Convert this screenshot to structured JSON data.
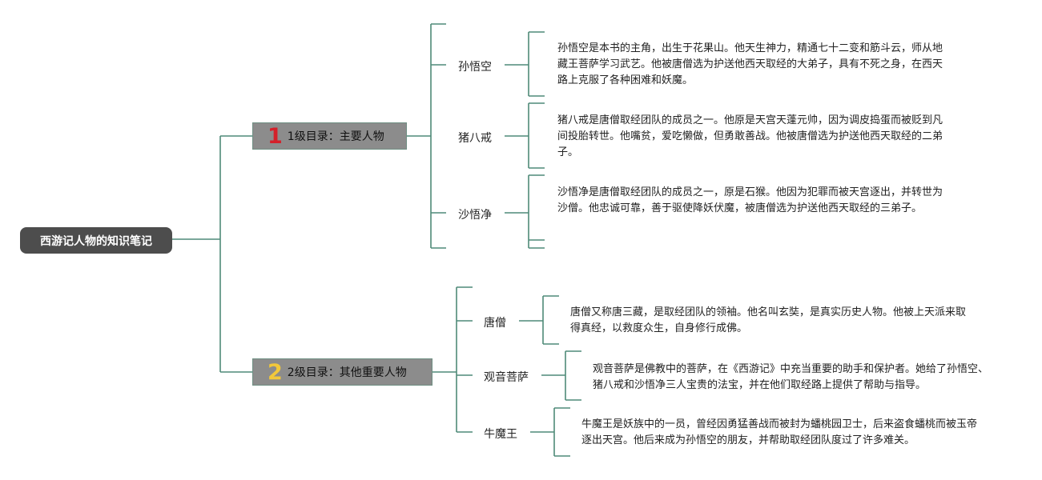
{
  "root": {
    "title": "西游记人物的知识笔记"
  },
  "sections": [
    {
      "number": "1",
      "number_color": "#d4202a",
      "label": "1级目录：主要人物",
      "characters": [
        {
          "name": "孙悟空",
          "description": "孙悟空是本书的主角，出生于花果山。他天生神力，精通七十二变和筋斗云，师从地藏王菩萨学习武艺。他被唐僧选为护送他西天取经的大弟子，具有不死之身，在西天路上克服了各种困难和妖魔。"
        },
        {
          "name": "猪八戒",
          "description": "猪八戒是唐僧取经团队的成员之一。他原是天宫天蓬元帅，因为调皮捣蛋而被贬到凡间投胎转世。他嘴贫，爱吃懒做，但勇敢善战。他被唐僧选为护送他西天取经的二弟子。"
        },
        {
          "name": "沙悟净",
          "description": "沙悟净是唐僧取经团队的成员之一，原是石猴。他因为犯罪而被天宫逐出，并转世为沙僧。他忠诚可靠，善于驱使降妖伏魔，被唐僧选为护送他西天取经的三弟子。"
        }
      ]
    },
    {
      "number": "2",
      "number_color": "#f2c83a",
      "label": "2级目录：其他重要人物",
      "characters": [
        {
          "name": "唐僧",
          "description": "唐僧又称唐三藏，是取经团队的领袖。他名叫玄奘，是真实历史人物。他被上天派来取得真经，以救度众生，自身修行成佛。"
        },
        {
          "name": "观音菩萨",
          "description": "观音菩萨是佛教中的菩萨，在《西游记》中充当重要的助手和保护者。她给了孙悟空、猪八戒和沙悟净三人宝贵的法宝，并在他们取经路上提供了帮助与指导。"
        },
        {
          "name": "牛魔王",
          "description": "牛魔王是妖族中的一员，曾经因勇猛善战而被封为蟠桃园卫士，后来盗食蟠桃而被玉帝逐出天宫。他后来成为孙悟空的朋友，并帮助取经团队度过了许多难关。"
        }
      ]
    }
  ],
  "colors": {
    "connector": "#4f8a78",
    "root_bg": "#4d4d4d",
    "section_bg": "#8c8c8c"
  }
}
